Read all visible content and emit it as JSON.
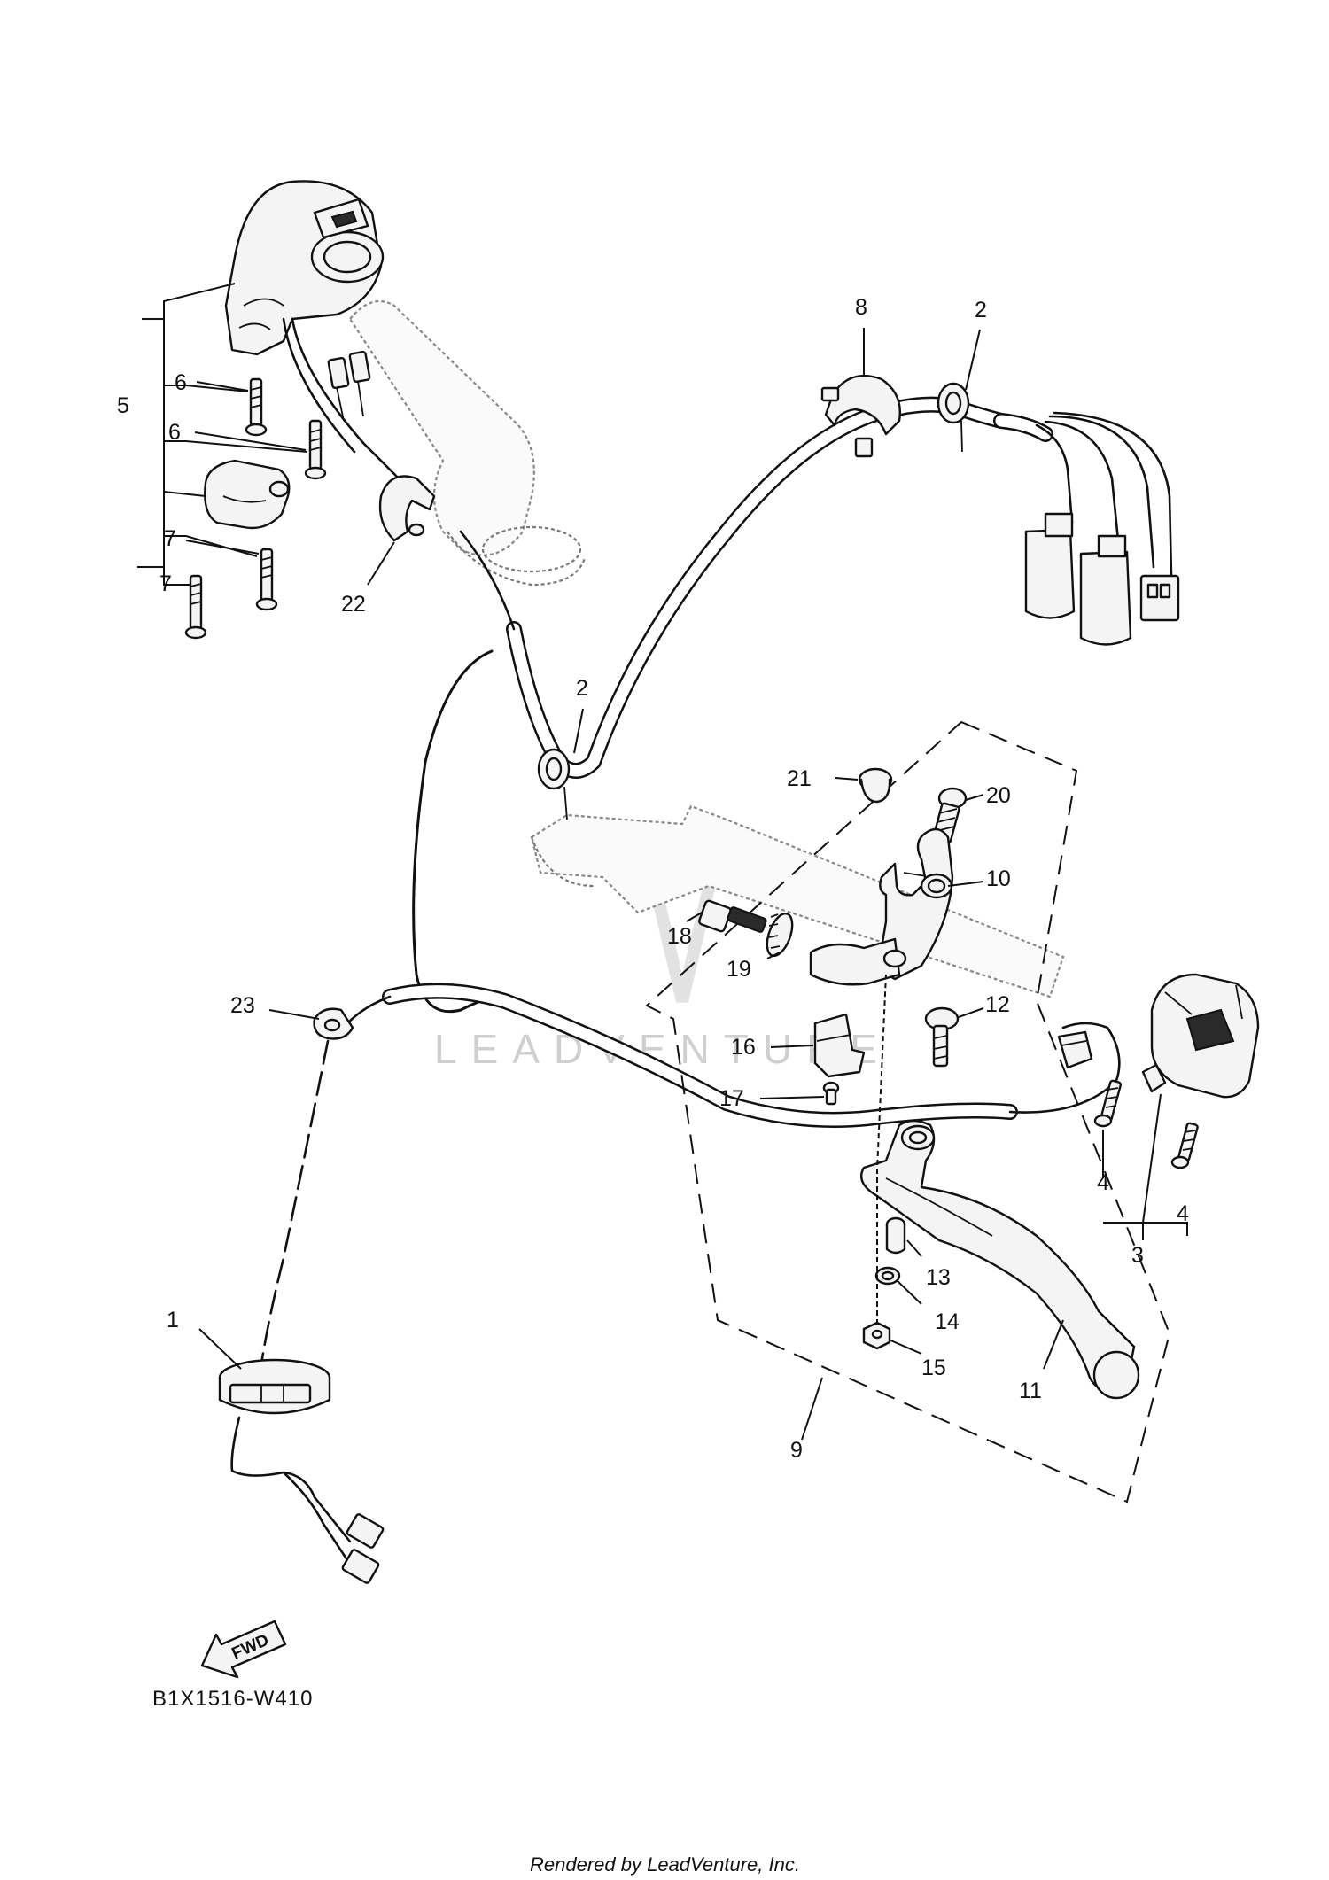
{
  "diagram": {
    "code": "B1X1516-W410",
    "credit": "Rendered by LeadVenture, Inc.",
    "watermark": "LEADVENTURE",
    "fwd_label": "FWD"
  },
  "callouts": {
    "c1": "1",
    "c2a": "2",
    "c2b": "2",
    "c3": "3",
    "c4a": "4",
    "c4b": "4",
    "c5": "5",
    "c6a": "6",
    "c6b": "6",
    "c7a": "7",
    "c7b": "7",
    "c8": "8",
    "c9": "9",
    "c10": "10",
    "c11": "11",
    "c12": "12",
    "c13": "13",
    "c14": "14",
    "c15": "15",
    "c16": "16",
    "c17": "17",
    "c18": "18",
    "c19": "19",
    "c20": "20",
    "c21": "21",
    "c22": "22",
    "c23": "23"
  }
}
